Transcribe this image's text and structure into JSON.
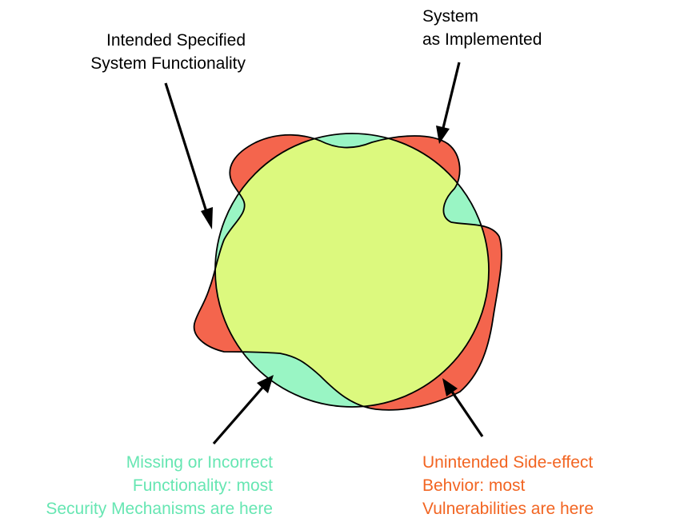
{
  "labels": {
    "intended": [
      "Intended Specified",
      "System Functionality"
    ],
    "implemented": [
      "System",
      "as Implemented"
    ],
    "missing": [
      "Missing or Incorrect",
      "Functionality: most",
      "Security Mechanisms are here"
    ],
    "unintended": [
      "Unintended Side-effect",
      "Behvior: most",
      "Vulnerabilities are here"
    ]
  },
  "colors": {
    "overlap": "#dcf97e",
    "missing_region": "#99f5c4",
    "unintended_region": "#f4654d",
    "missing_text": "#66e6b2",
    "unintended_text": "#f26522",
    "outline": "#000000"
  }
}
